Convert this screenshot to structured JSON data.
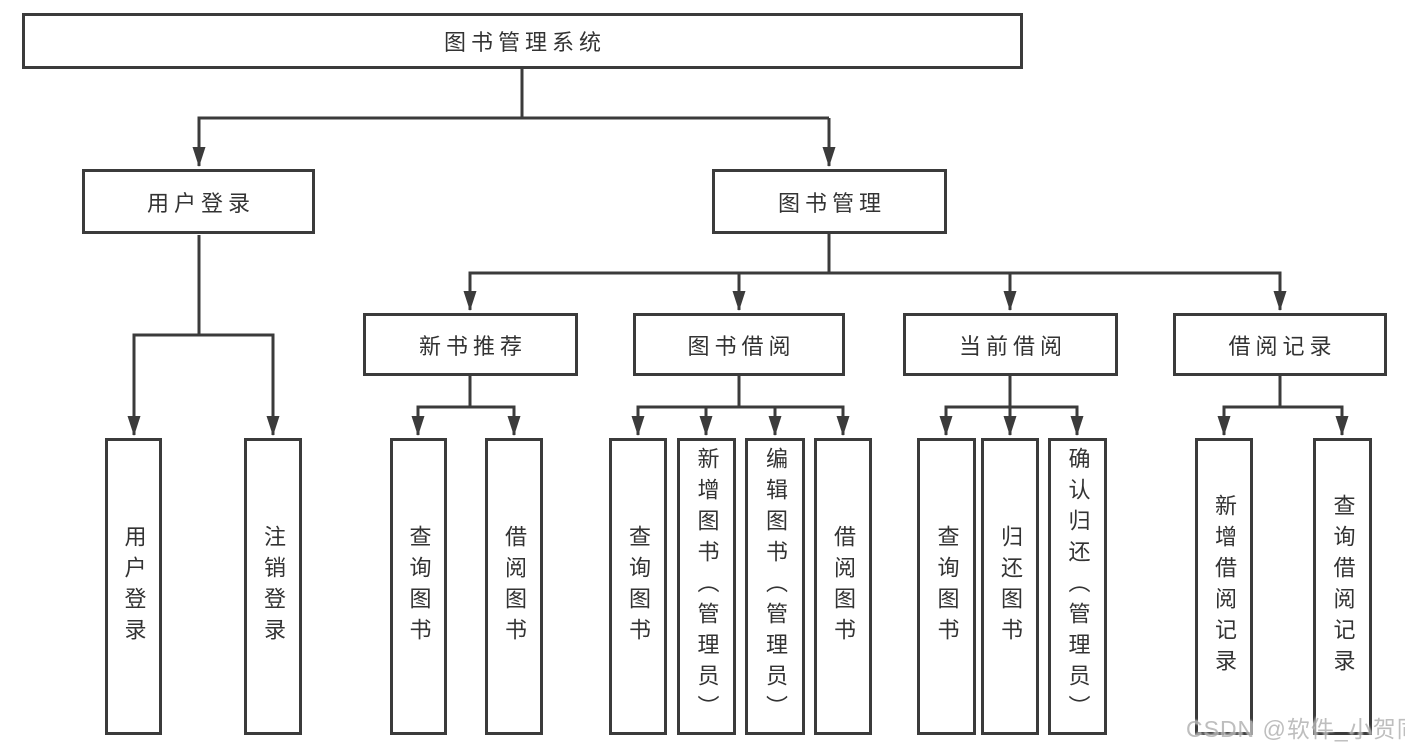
{
  "tree": {
    "root": {
      "label": "图书管理系统"
    },
    "branches": [
      {
        "label": "用户登录",
        "children": [
          {
            "label": "用户登录"
          },
          {
            "label": "注销登录"
          }
        ]
      },
      {
        "label": "图书管理",
        "children": [
          {
            "label": "新书推荐",
            "children": [
              {
                "label": "查询图书"
              },
              {
                "label": "借阅图书"
              }
            ]
          },
          {
            "label": "图书借阅",
            "children": [
              {
                "label": "查询图书"
              },
              {
                "label": "新增图书（管理员）"
              },
              {
                "label": "编辑图书（管理员）"
              },
              {
                "label": "借阅图书"
              }
            ]
          },
          {
            "label": "当前借阅",
            "children": [
              {
                "label": "查询图书"
              },
              {
                "label": "归还图书"
              },
              {
                "label": "确认归还（管理员）"
              }
            ]
          },
          {
            "label": "借阅记录",
            "children": [
              {
                "label": "新增借阅记录"
              },
              {
                "label": "查询借阅记录"
              }
            ]
          }
        ]
      }
    ],
    "watermark": "CSDN @软件_小贺同学",
    "colors": {
      "line": "#3b3b3b",
      "text": "#333333",
      "watermark": "#b3b3b3",
      "background": "#ffffff"
    }
  }
}
